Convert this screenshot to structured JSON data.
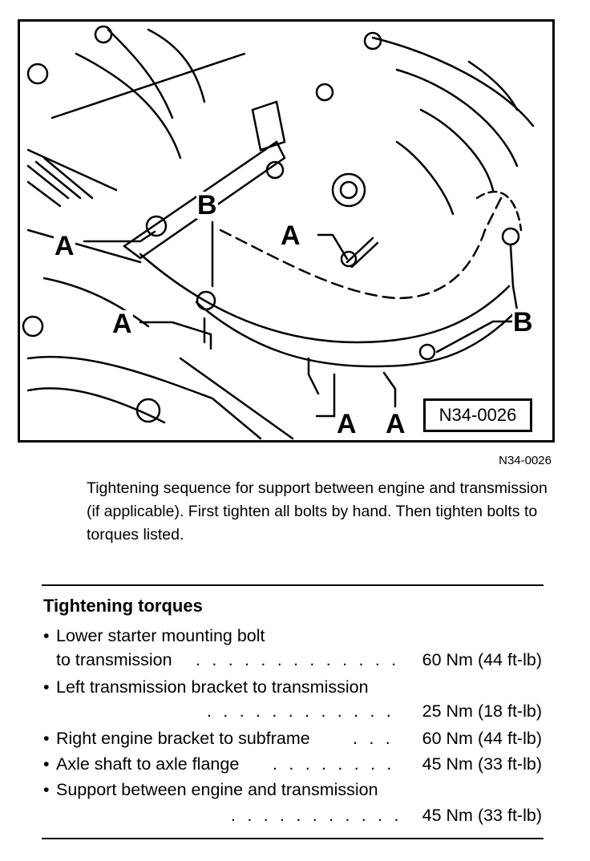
{
  "figure": {
    "callouts": [
      "A",
      "A",
      "A",
      "A",
      "A",
      "B",
      "B"
    ],
    "box_label": "N34-0026"
  },
  "figure_id": "N34-0026",
  "caption": "Tightening sequence for support between engine and transmission (if applicable). First tighten all bolts by hand. Then tighten bolts to torques listed.",
  "torques": {
    "title": "Tightening torques",
    "bullet": "•",
    "items": [
      {
        "line1": "Lower starter mounting bolt",
        "line2": "to transmission",
        "value": "60 Nm (44 ft-lb)"
      },
      {
        "line1": "Left transmission bracket to transmission",
        "line2": "",
        "value": "25 Nm (18 ft-lb)"
      },
      {
        "line1": "Right engine bracket to subframe",
        "value": "60 Nm (44 ft-lb)"
      },
      {
        "line1": "Axle shaft to axle flange",
        "value": "45 Nm (33 ft-lb)"
      },
      {
        "line1": "Support between engine and transmission",
        "line2": "",
        "value": "45 Nm (33 ft-lb)"
      }
    ]
  }
}
